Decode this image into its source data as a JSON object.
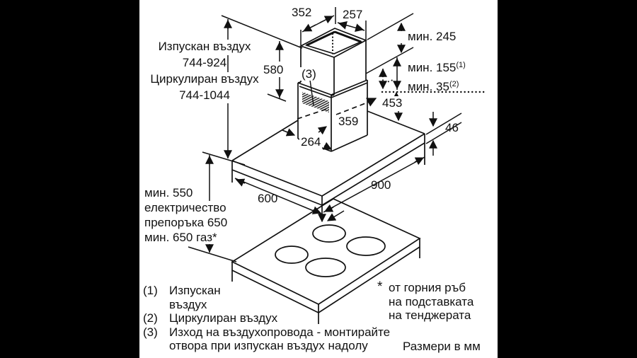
{
  "colors": {
    "background": "#000000",
    "panel": "#ffffff",
    "ink": "#111111"
  },
  "dims": {
    "d352": "352",
    "d257": "257",
    "d580": "580",
    "min245": "мин. 245",
    "min155": "мин. 155",
    "sup1": "(1)",
    "min35": "мин. 35",
    "sup2": "(2)",
    "d453": "453",
    "d46": "46",
    "d359": "359",
    "d264": "264",
    "d600": "600",
    "d900": "900",
    "note3": "(3)"
  },
  "exhaust": {
    "l1": "Изпускан въздух",
    "l2": "744-924",
    "l3": "Циркулиран въздух",
    "l4": "744-1044"
  },
  "clearance": {
    "l1": "мин. 550",
    "l2": "електричество",
    "l3": "препоръка 650",
    "l4": "мин. 650 газ*"
  },
  "legend": {
    "n1": "(1)",
    "t1a": "Изпускан",
    "t1b": "въздух",
    "n2": "(2)",
    "t2": "Циркулиран въздух",
    "n3": "(3)",
    "t3a": "Изход на въздухопровода - монтирайте",
    "t3b": "отвора при изпускан въздух надолу"
  },
  "footnote": {
    "star": "*",
    "l1": "от горния ръб",
    "l2": "на подставката",
    "l3": "на тенджерата"
  },
  "units": "Размери в мм"
}
